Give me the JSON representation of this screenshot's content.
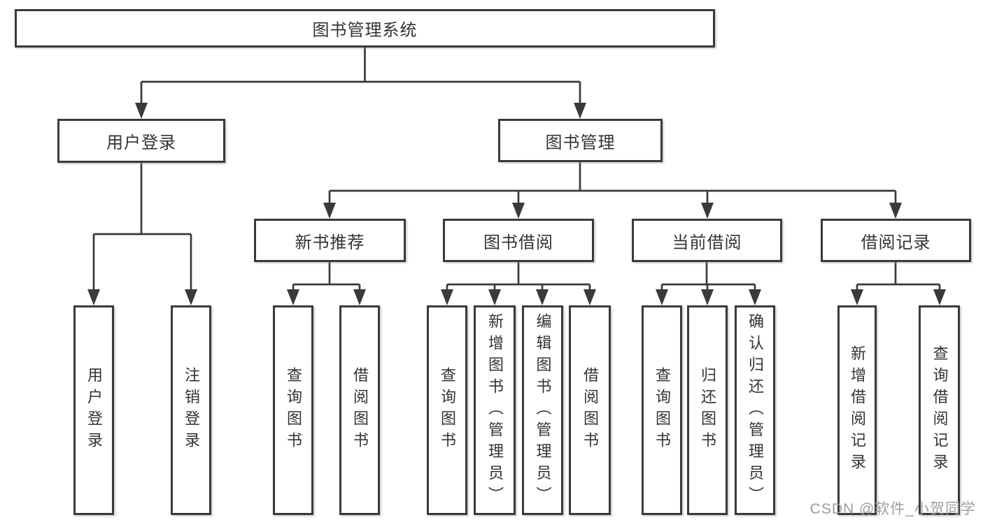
{
  "diagram_title": "图书管理系统",
  "colors": {
    "line": "#3a3a3a",
    "box_border": "#3a3a3a",
    "box_background": "#ffffff",
    "text": "#333333",
    "watermark": "#9e9e9e"
  },
  "watermark": "CSDN @软件_小贺同学",
  "nodes": {
    "root": "图书管理系统",
    "user_login": "用户登录",
    "book_mgmt": "图书管理",
    "new_book_rec": "新书推荐",
    "book_borrow": "图书借阅",
    "current_borrow": "当前借阅",
    "borrow_records": "借阅记录",
    "ul_user_login": "用户登录",
    "ul_logout": "注销登录",
    "nbr_query_books": "查询图书",
    "nbr_borrow_books": "借阅图书",
    "bb_query_books": "查询图书",
    "bb_add_books": "新增图书（管理员）",
    "bb_edit_books": "编辑图书（管理员）",
    "bb_borrow_books": "借阅图书",
    "cb_query_books": "查询图书",
    "cb_return_books": "归还图书",
    "cb_confirm_return": "确认归还（管理员）",
    "br_add_record": "新增借阅记录",
    "br_query_record": "查询借阅记录"
  }
}
